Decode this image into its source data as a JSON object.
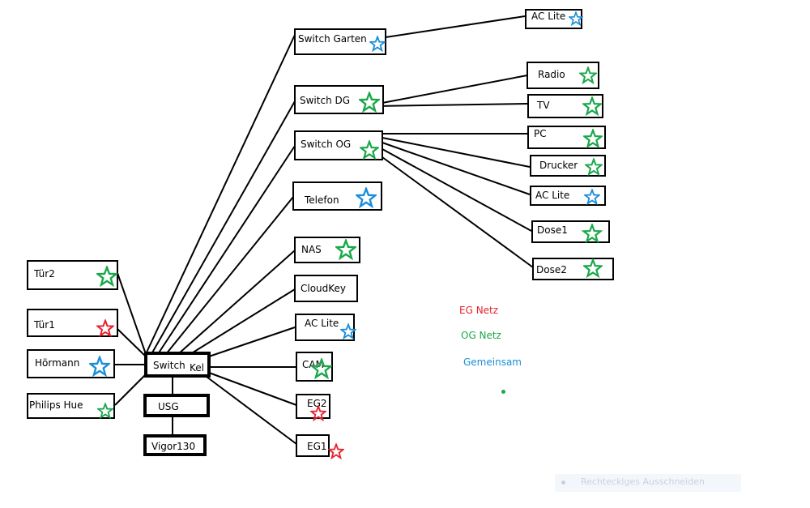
{
  "colors": {
    "eg": "#e8212f",
    "og": "#1aa84a",
    "shared": "#1a8ed8"
  },
  "nodes": {
    "switch_keller": "Switch",
    "switch_keller_suffix": "Kel",
    "usg": "USG",
    "vigor": "Vigor130",
    "tuer2": "Tür2",
    "tuer1": "Tür1",
    "hoermann": "Hörmann",
    "philips_hue": "Philips Hue",
    "switch_garten": "Switch Garten",
    "ac_lite_garten": "AC Lite",
    "switch_dg": "Switch DG",
    "radio": "Radio",
    "tv": "TV",
    "switch_og": "Switch OG",
    "pc": "PC",
    "drucker": "Drucker",
    "ac_lite_og": "AC Lite",
    "dose1": "Dose1",
    "dose2": "Dose2",
    "telefon": "Telefon",
    "nas": "NAS",
    "cloudkey": "CloudKey",
    "ac_lite_keller": "AC Lite",
    "cam": "CAM",
    "eg2": "EG2",
    "eg1": "EG1"
  },
  "stars": {
    "tuer2": "og",
    "tuer1": "eg",
    "hoermann": "shared",
    "philips_hue": "og",
    "switch_garten": "shared",
    "ac_lite_garten": "shared",
    "switch_dg": "og",
    "radio": "og",
    "tv": "og",
    "switch_og": "og",
    "pc": "og",
    "drucker": "og",
    "ac_lite_og": "shared",
    "dose1": "og",
    "dose2": "og",
    "telefon": "shared",
    "nas": "og",
    "ac_lite_keller": "shared",
    "cam": "og",
    "eg2": "eg",
    "eg1": "eg"
  },
  "legend": {
    "eg": "EG Netz",
    "og": "OG Netz",
    "shared": "Gemeinsam"
  },
  "snip_tool": {
    "label": "Rechteckiges Ausschneiden"
  }
}
